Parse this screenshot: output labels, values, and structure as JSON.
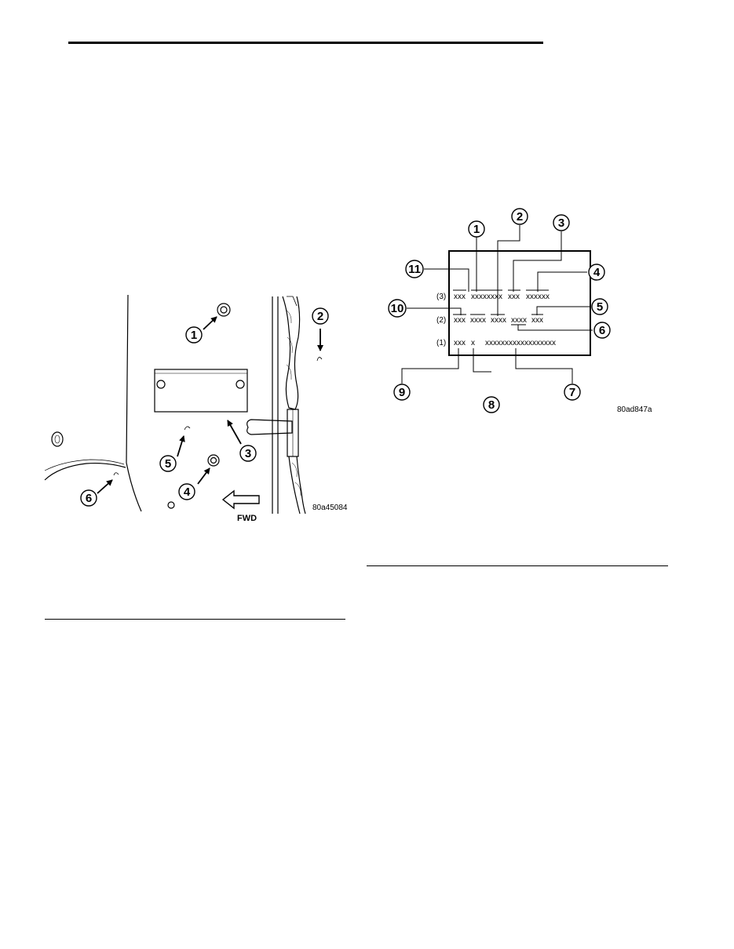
{
  "page": {
    "rules": [
      "top-rule",
      "left-bottom-rule",
      "right-bottom-rule"
    ]
  },
  "figure_left": {
    "figure_number": "80a45084",
    "callouts": [
      "1",
      "2",
      "3",
      "4",
      "5",
      "6"
    ],
    "direction_label": "FWD"
  },
  "figure_right": {
    "figure_number": "80ad847a",
    "callouts": [
      "1",
      "2",
      "3",
      "4",
      "5",
      "6",
      "7",
      "8",
      "9",
      "10",
      "11"
    ],
    "rows": [
      {
        "label": "(3)",
        "fields": [
          "xxx",
          "xxxxxxxx",
          "xxx",
          "xxxxxx"
        ]
      },
      {
        "label": "(2)",
        "fields": [
          "xxx",
          "xxxx",
          "xxxx",
          "xxxx",
          "xxx"
        ]
      },
      {
        "label": "(1)",
        "fields": [
          "xxx",
          "x",
          "xxxxxxxxxxxxxxxxxx"
        ]
      }
    ]
  }
}
